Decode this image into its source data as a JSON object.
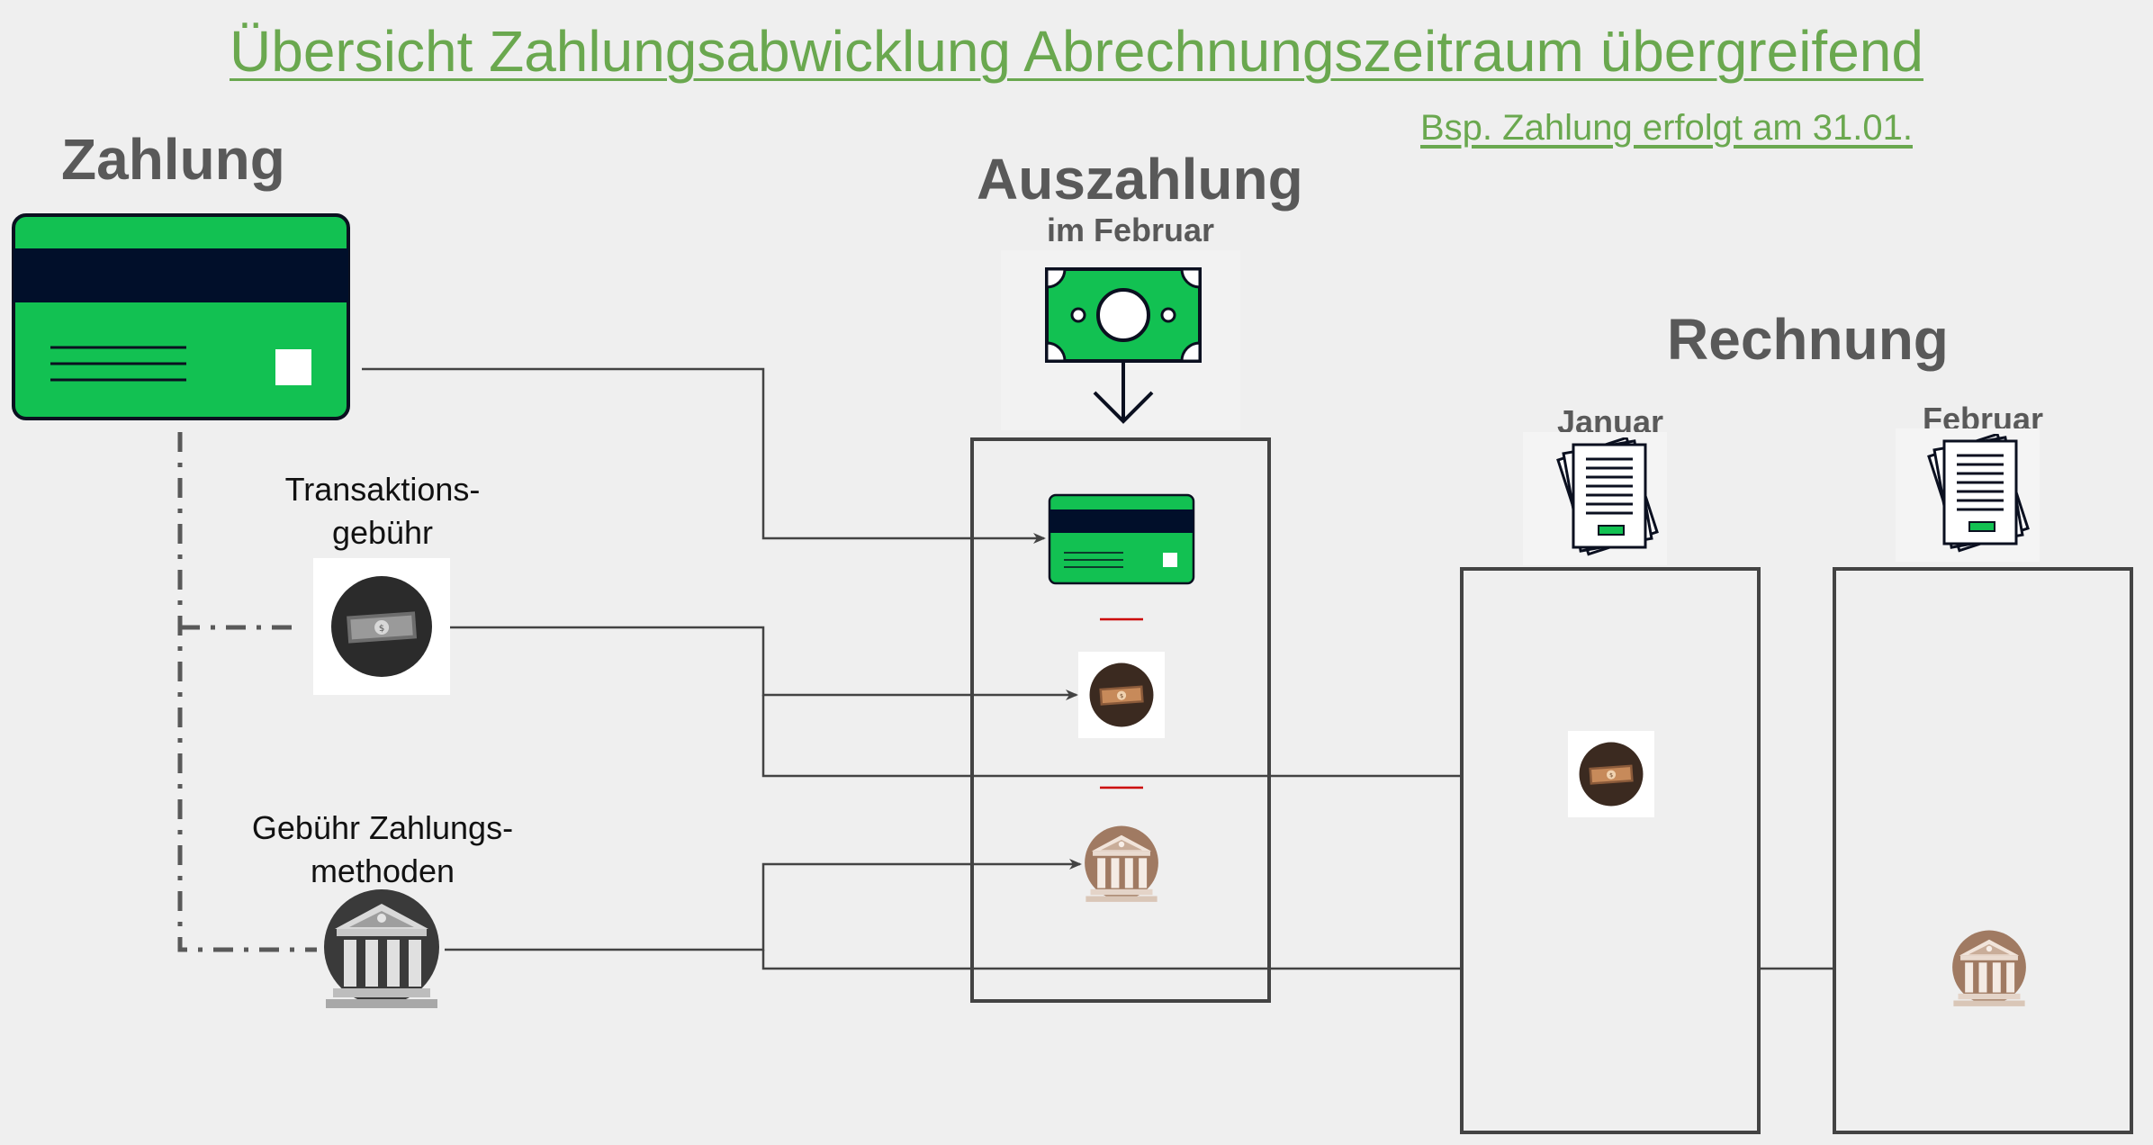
{
  "title": "Übersicht Zahlungsabwicklung Abrechnungszeitraum übergreifend",
  "subtitle": "Bsp. Zahlung erfolgt am 31.01.",
  "payment": {
    "heading": "Zahlung",
    "transaction_fee_label_line1": "Transaktions-",
    "transaction_fee_label_line2": "gebühr",
    "method_fee_label_line1": "Gebühr Zahlungs-",
    "method_fee_label_line2": "methoden",
    "icons": [
      "credit-card-icon",
      "banknote-icon",
      "bank-icon"
    ]
  },
  "payout": {
    "heading": "Auszahlung",
    "subheading": "im Februar",
    "operators": [
      "—",
      "—"
    ],
    "icons": [
      "cash-payout-icon",
      "credit-card-icon",
      "banknote-icon",
      "bank-icon"
    ]
  },
  "invoice": {
    "heading": "Rechnung",
    "months": [
      "Januar",
      "Februar"
    ],
    "icons": [
      "invoice-document-icon",
      "banknote-icon",
      "bank-icon"
    ]
  },
  "colors": {
    "title_green": "#6aa84f",
    "card_green": "#12c152",
    "card_stripe": "#010f2a",
    "heading_gray": "#595959",
    "operator_red": "#cc0000"
  }
}
